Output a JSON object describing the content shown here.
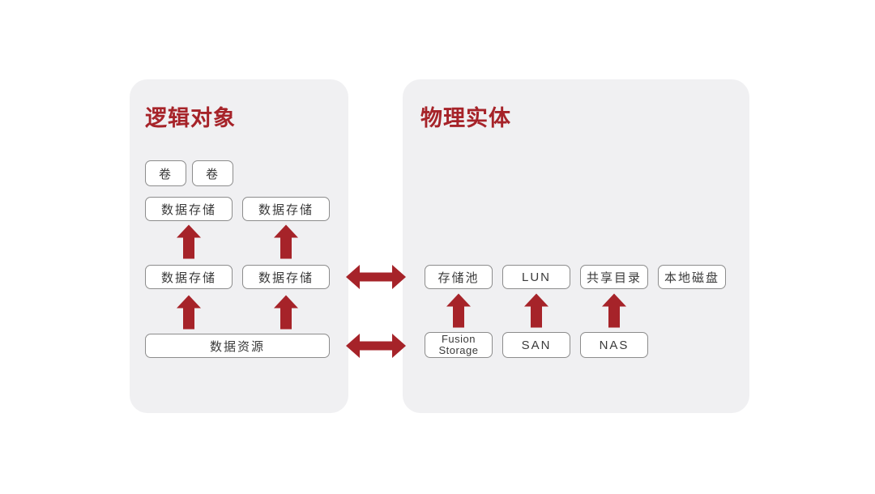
{
  "colors": {
    "accent_red": "#A62329",
    "panel_bg": "#F0F0F2",
    "box_border": "#8C8C8C",
    "box_text": "#3A3A3A",
    "page_bg": "#FFFFFF"
  },
  "left_panel": {
    "title": "逻辑对象",
    "volumes": [
      "卷",
      "卷"
    ],
    "datastore_top": [
      "数据存储",
      "数据存储"
    ],
    "datastore_bottom": [
      "数据存储",
      "数据存储"
    ],
    "data_resource": "数据资源"
  },
  "right_panel": {
    "title": "物理实体",
    "logical_row": [
      "存储池",
      "LUN",
      "共享目录",
      "本地磁盘"
    ],
    "physical_row": [
      "Fusion Storage",
      "SAN",
      "NAS"
    ]
  }
}
